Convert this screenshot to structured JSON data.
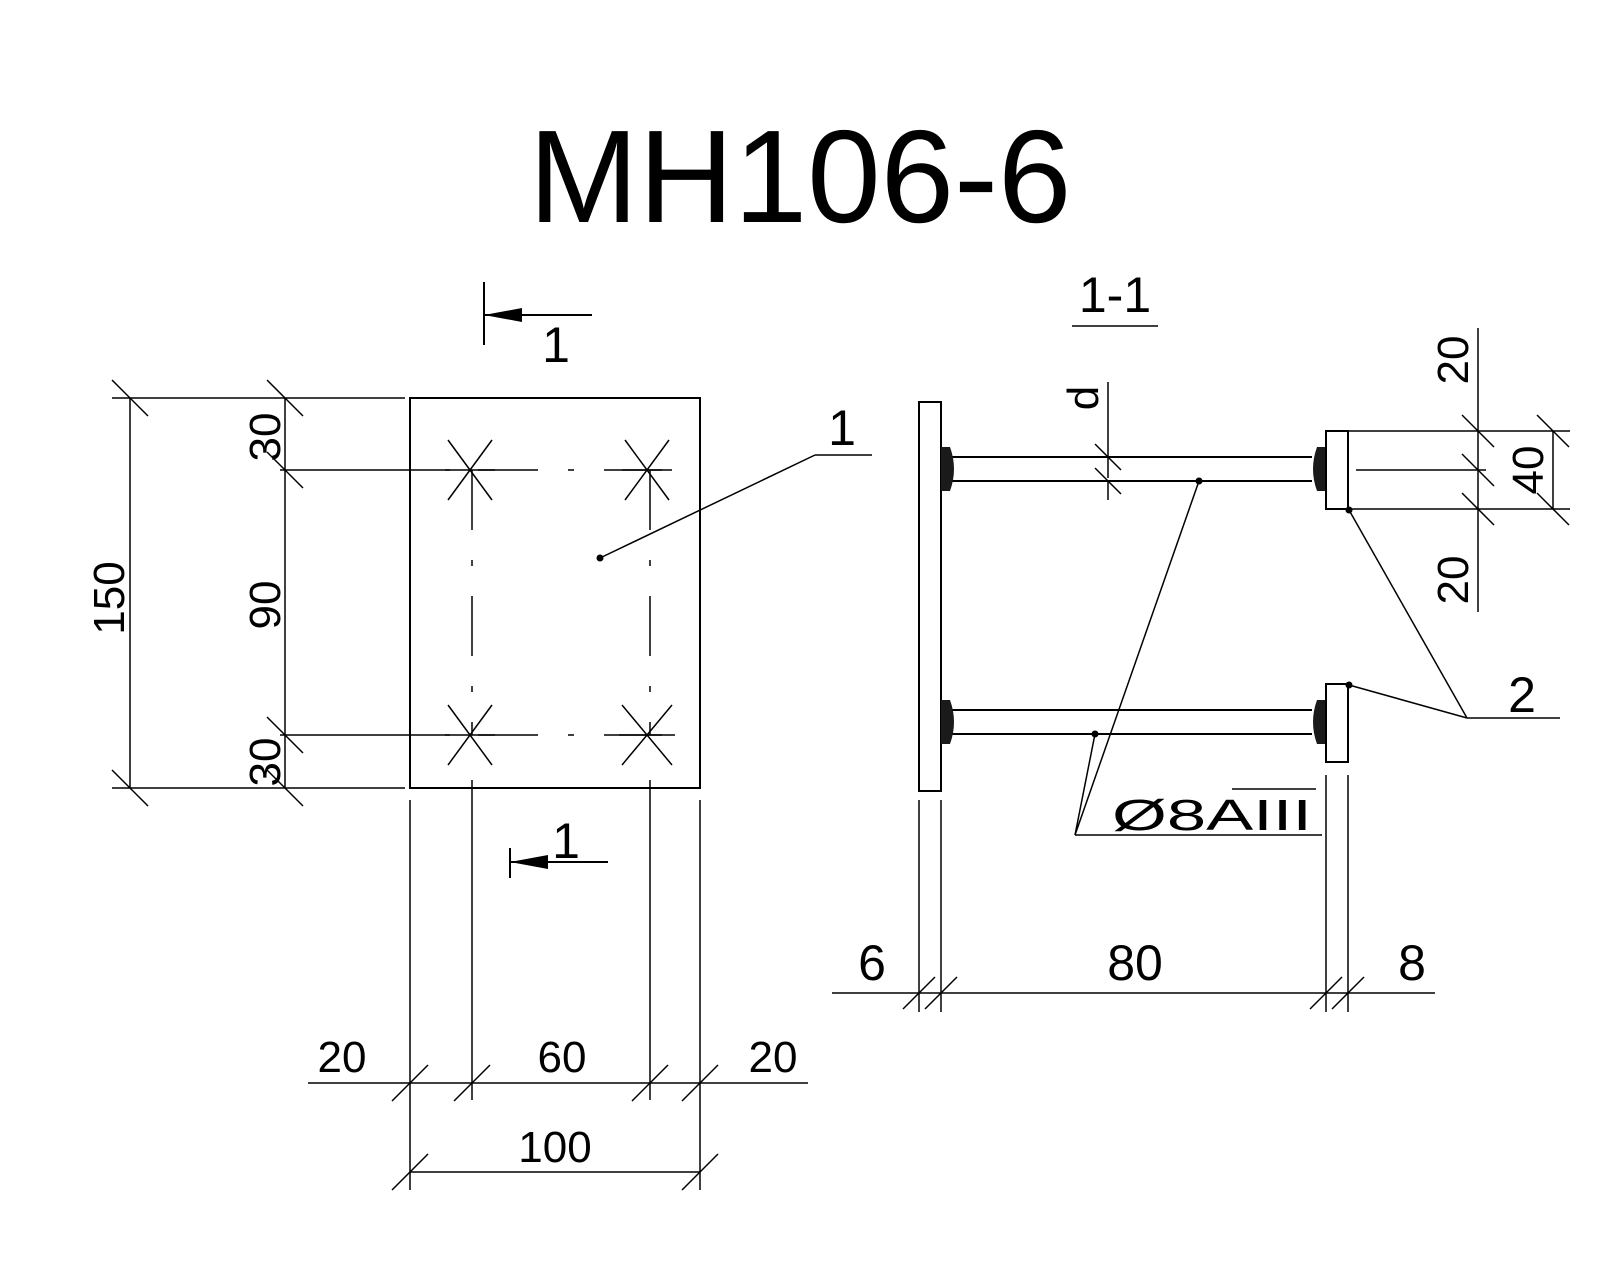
{
  "title": "MH106-6",
  "section": {
    "marker_left_top": "1",
    "marker_left_bottom": "1",
    "view_title": "1-1"
  },
  "plan_dims": {
    "height_total": "150",
    "top_offset": "30",
    "middle": "90",
    "bottom_offset": "30",
    "left_offset": "20",
    "center": "60",
    "right_offset": "20",
    "width_total": "100"
  },
  "section_dims": {
    "plate_thick": "6",
    "bar_length": "80",
    "end_plate_thick": "8",
    "top_gap": "20",
    "end_plate_height": "40",
    "bottom_gap": "20",
    "diameter": "d"
  },
  "callouts": {
    "part1": "1",
    "part2": "2",
    "rebar_spec": "Ø8AIII"
  },
  "colors": {
    "ink": "#000000",
    "paper": "#ffffff"
  }
}
